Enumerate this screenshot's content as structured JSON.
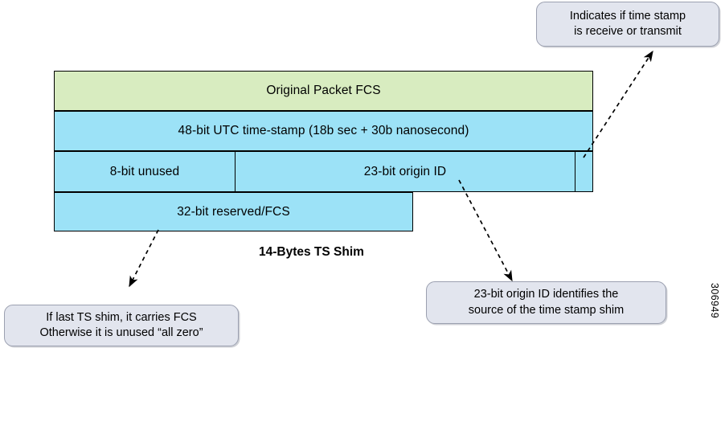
{
  "figure": {
    "caption": "14-Bytes TS Shim",
    "id_label": "306949"
  },
  "packet": {
    "rows": [
      {
        "name": "original-packet-fcs",
        "fields": [
          {
            "label": "Original Packet FCS",
            "color": "#d8ecc0"
          }
        ]
      },
      {
        "name": "utc-timestamp",
        "fields": [
          {
            "label": "48-bit UTC time-stamp (18b sec + 30b nanosecond)",
            "color": "#9ce2f7"
          }
        ]
      },
      {
        "name": "unused-origin-flag",
        "fields": [
          {
            "label": "8-bit unused",
            "color": "#9ce2f7"
          },
          {
            "label": "23-bit origin ID",
            "color": "#9ce2f7"
          },
          {
            "label": "",
            "color": "#9ce2f7"
          }
        ]
      },
      {
        "name": "reserved-fcs",
        "fields": [
          {
            "label": "32-bit reserved/FCS",
            "color": "#9ce2f7"
          }
        ]
      }
    ]
  },
  "callouts": [
    {
      "name": "direction-flag-callout",
      "line1": "Indicates if time stamp",
      "line2": "is receive or transmit"
    },
    {
      "name": "reserved-fcs-callout",
      "line1": "If last TS shim, it carries FCS",
      "line2": "Otherwise it is unused “all zero”"
    },
    {
      "name": "origin-id-callout",
      "line1": "23-bit origin ID identifies the",
      "line2": "source of the time stamp shim"
    }
  ],
  "colors": {
    "fcs_green": "#d8ecc0",
    "field_blue": "#9ce2f7",
    "callout_fill": "#e2e5ee",
    "callout_border": "#9ba0b0",
    "stroke": "#000000"
  }
}
